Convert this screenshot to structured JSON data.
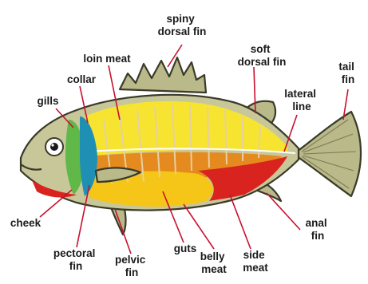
{
  "labels": {
    "spiny_dorsal_fin": [
      "spiny",
      "dorsal fin"
    ],
    "soft_dorsal_fin": [
      "soft",
      "dorsal fin"
    ],
    "loin_meat": [
      "loin meat"
    ],
    "collar": [
      "collar"
    ],
    "gills": [
      "gills"
    ],
    "lateral_line": [
      "lateral",
      "line"
    ],
    "tail_fin": [
      "tail",
      "fin"
    ],
    "cheek": [
      "cheek"
    ],
    "pectoral_fin": [
      "pectoral",
      "fin"
    ],
    "pelvic_fin": [
      "pelvic",
      "fin"
    ],
    "guts": [
      "guts"
    ],
    "belly_meat": [
      "belly",
      "meat"
    ],
    "side_meat": [
      "side",
      "meat"
    ],
    "anal_fin": [
      "anal",
      "fin"
    ]
  },
  "colors": {
    "skin": "#c8c79a",
    "fin": "#b9b98a",
    "loin": "#f7e431",
    "guts": "#f5c518",
    "belly": "#e58a1e",
    "side": "#d9231f",
    "collar": "#1f8fb3",
    "gills": "#5fb847",
    "leader": "#c8102e",
    "outline": "#3a3a2a"
  }
}
